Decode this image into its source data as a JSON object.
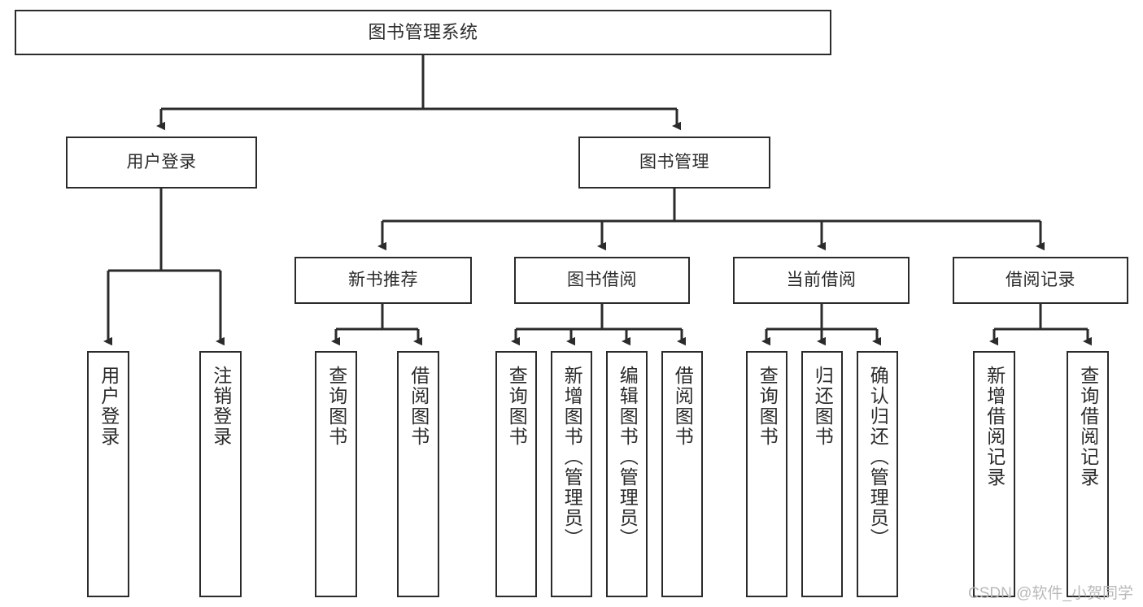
{
  "diagram": {
    "title": "图书管理系统",
    "type": "tree-hierarchy",
    "root": {
      "label": "图书管理系统"
    },
    "level1": [
      {
        "label": "用户登录"
      },
      {
        "label": "图书管理"
      }
    ],
    "level2": [
      {
        "label": "新书推荐"
      },
      {
        "label": "图书借阅"
      },
      {
        "label": "当前借阅"
      },
      {
        "label": "借阅记录"
      }
    ],
    "leaves": {
      "user_login": [
        {
          "label": "用户登录"
        },
        {
          "label": "注销登录"
        }
      ],
      "new_book_recommend": [
        {
          "label": "查询图书"
        },
        {
          "label": "借阅图书"
        }
      ],
      "book_borrow": [
        {
          "label": "查询图书"
        },
        {
          "label": "新增图书（管理员）"
        },
        {
          "label": "编辑图书（管理员）"
        },
        {
          "label": "借阅图书"
        }
      ],
      "current_borrow": [
        {
          "label": "查询图书"
        },
        {
          "label": "归还图书"
        },
        {
          "label": "确认归还（管理员）"
        }
      ],
      "borrow_record": [
        {
          "label": "新增借阅记录"
        },
        {
          "label": "查询借阅记录"
        }
      ]
    }
  },
  "watermark": {
    "text": "CSDN @软件_小贺同学"
  },
  "colors": {
    "stroke": "#2b2b2b",
    "fill": "#ffffff",
    "text": "#2b2b2b",
    "watermark": "#b9b9b9"
  }
}
